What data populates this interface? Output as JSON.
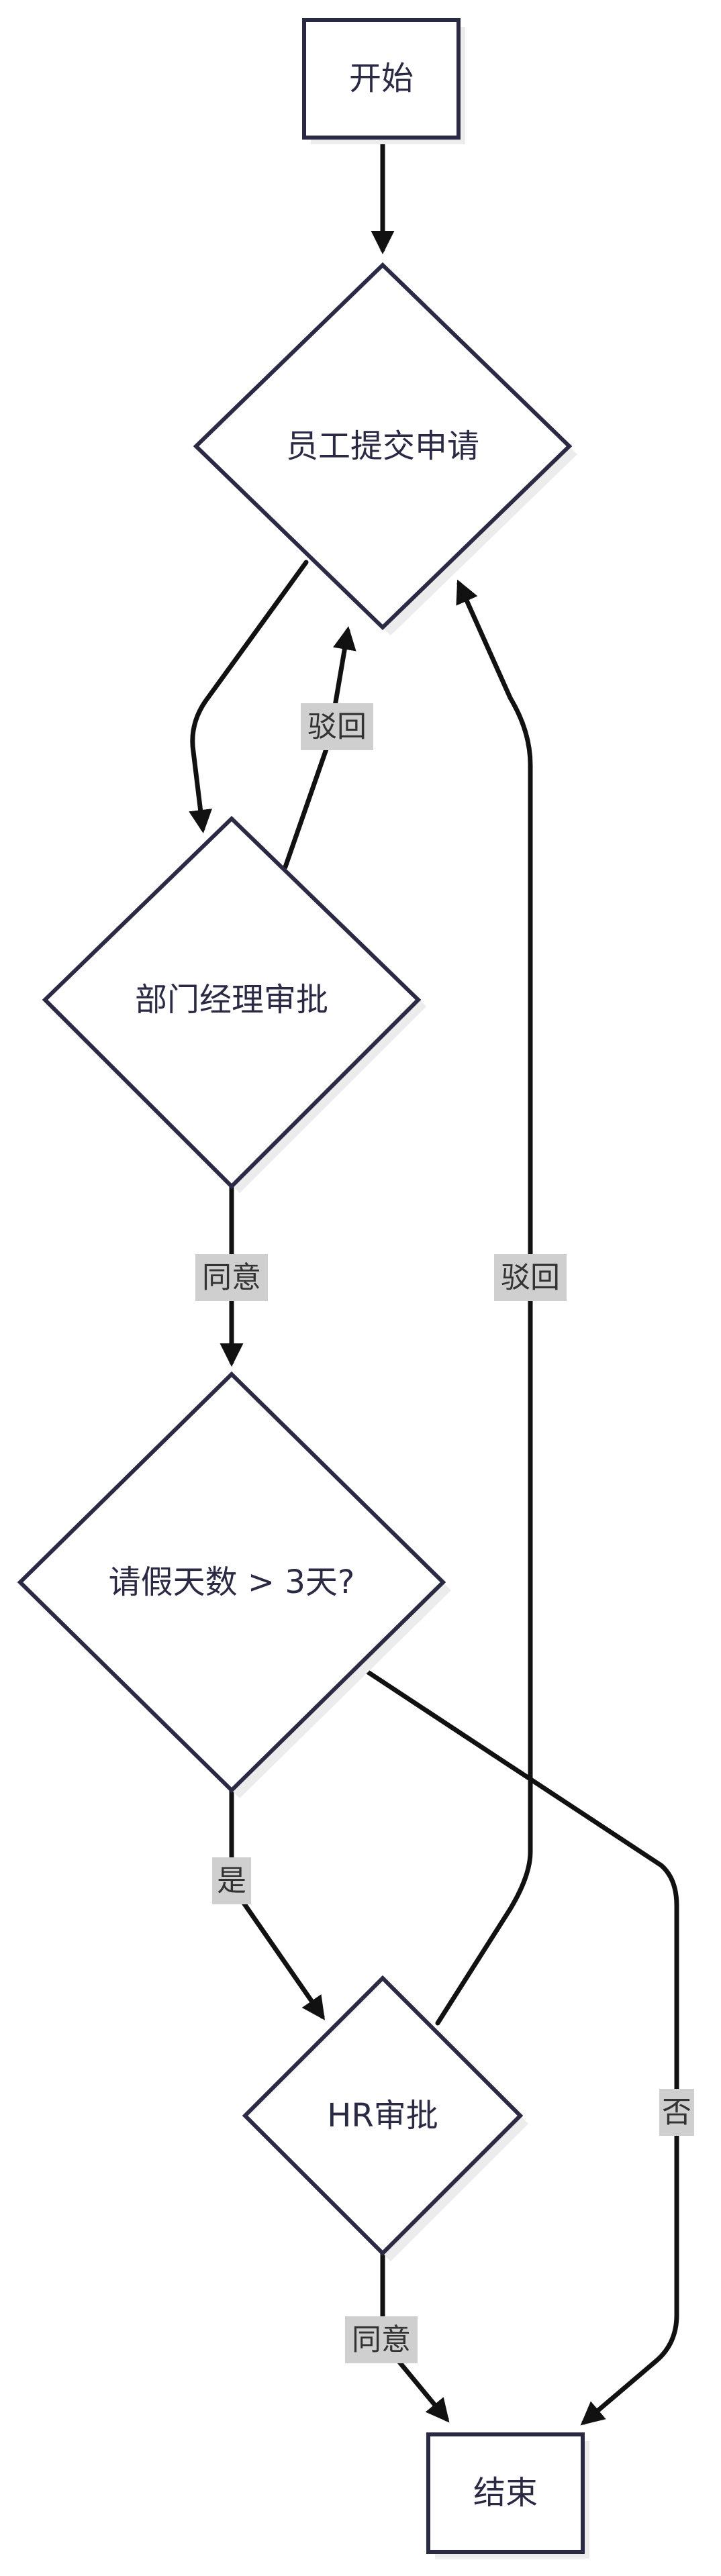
{
  "nodes": {
    "start": "开始",
    "submit": "员工提交申请",
    "manager": "部门经理审批",
    "days_check": "请假天数 > 3天?",
    "hr": "HR审批",
    "end": "结束"
  },
  "edge_labels": {
    "manager_reject": "驳回",
    "manager_approve": "同意",
    "yes": "是",
    "no": "否",
    "hr_reject": "驳回",
    "hr_approve": "同意"
  },
  "colors": {
    "stroke": "#2b2a44",
    "edge": "#111111",
    "label_bg": "#cfcfcf",
    "shadow": "#ececec"
  }
}
